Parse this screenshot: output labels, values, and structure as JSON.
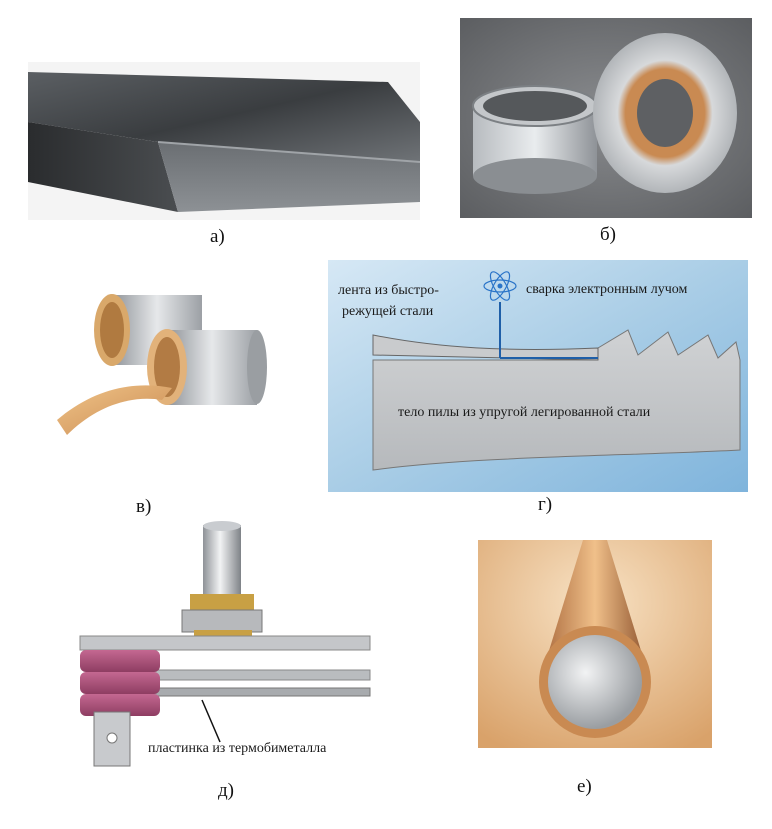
{
  "captions": {
    "a": "а)",
    "b": "б)",
    "v": "в)",
    "g": "г)",
    "d": "д)",
    "e": "е)"
  },
  "saw": {
    "label_strip_1": "лента из быстро-",
    "label_strip_2": "режущей   стали",
    "label_weld": "сварка электронным лучом",
    "label_body": "тело пилы из упругой легированной стали"
  },
  "thermostat": {
    "label_plate": "пластинка из термобиметалла"
  },
  "colors": {
    "steel": "#9a9ea2",
    "copper": "#c98a52",
    "bronze": "#d9a86a",
    "saw_bg": "#bcd8ec",
    "ceramic": "#b0507a"
  }
}
